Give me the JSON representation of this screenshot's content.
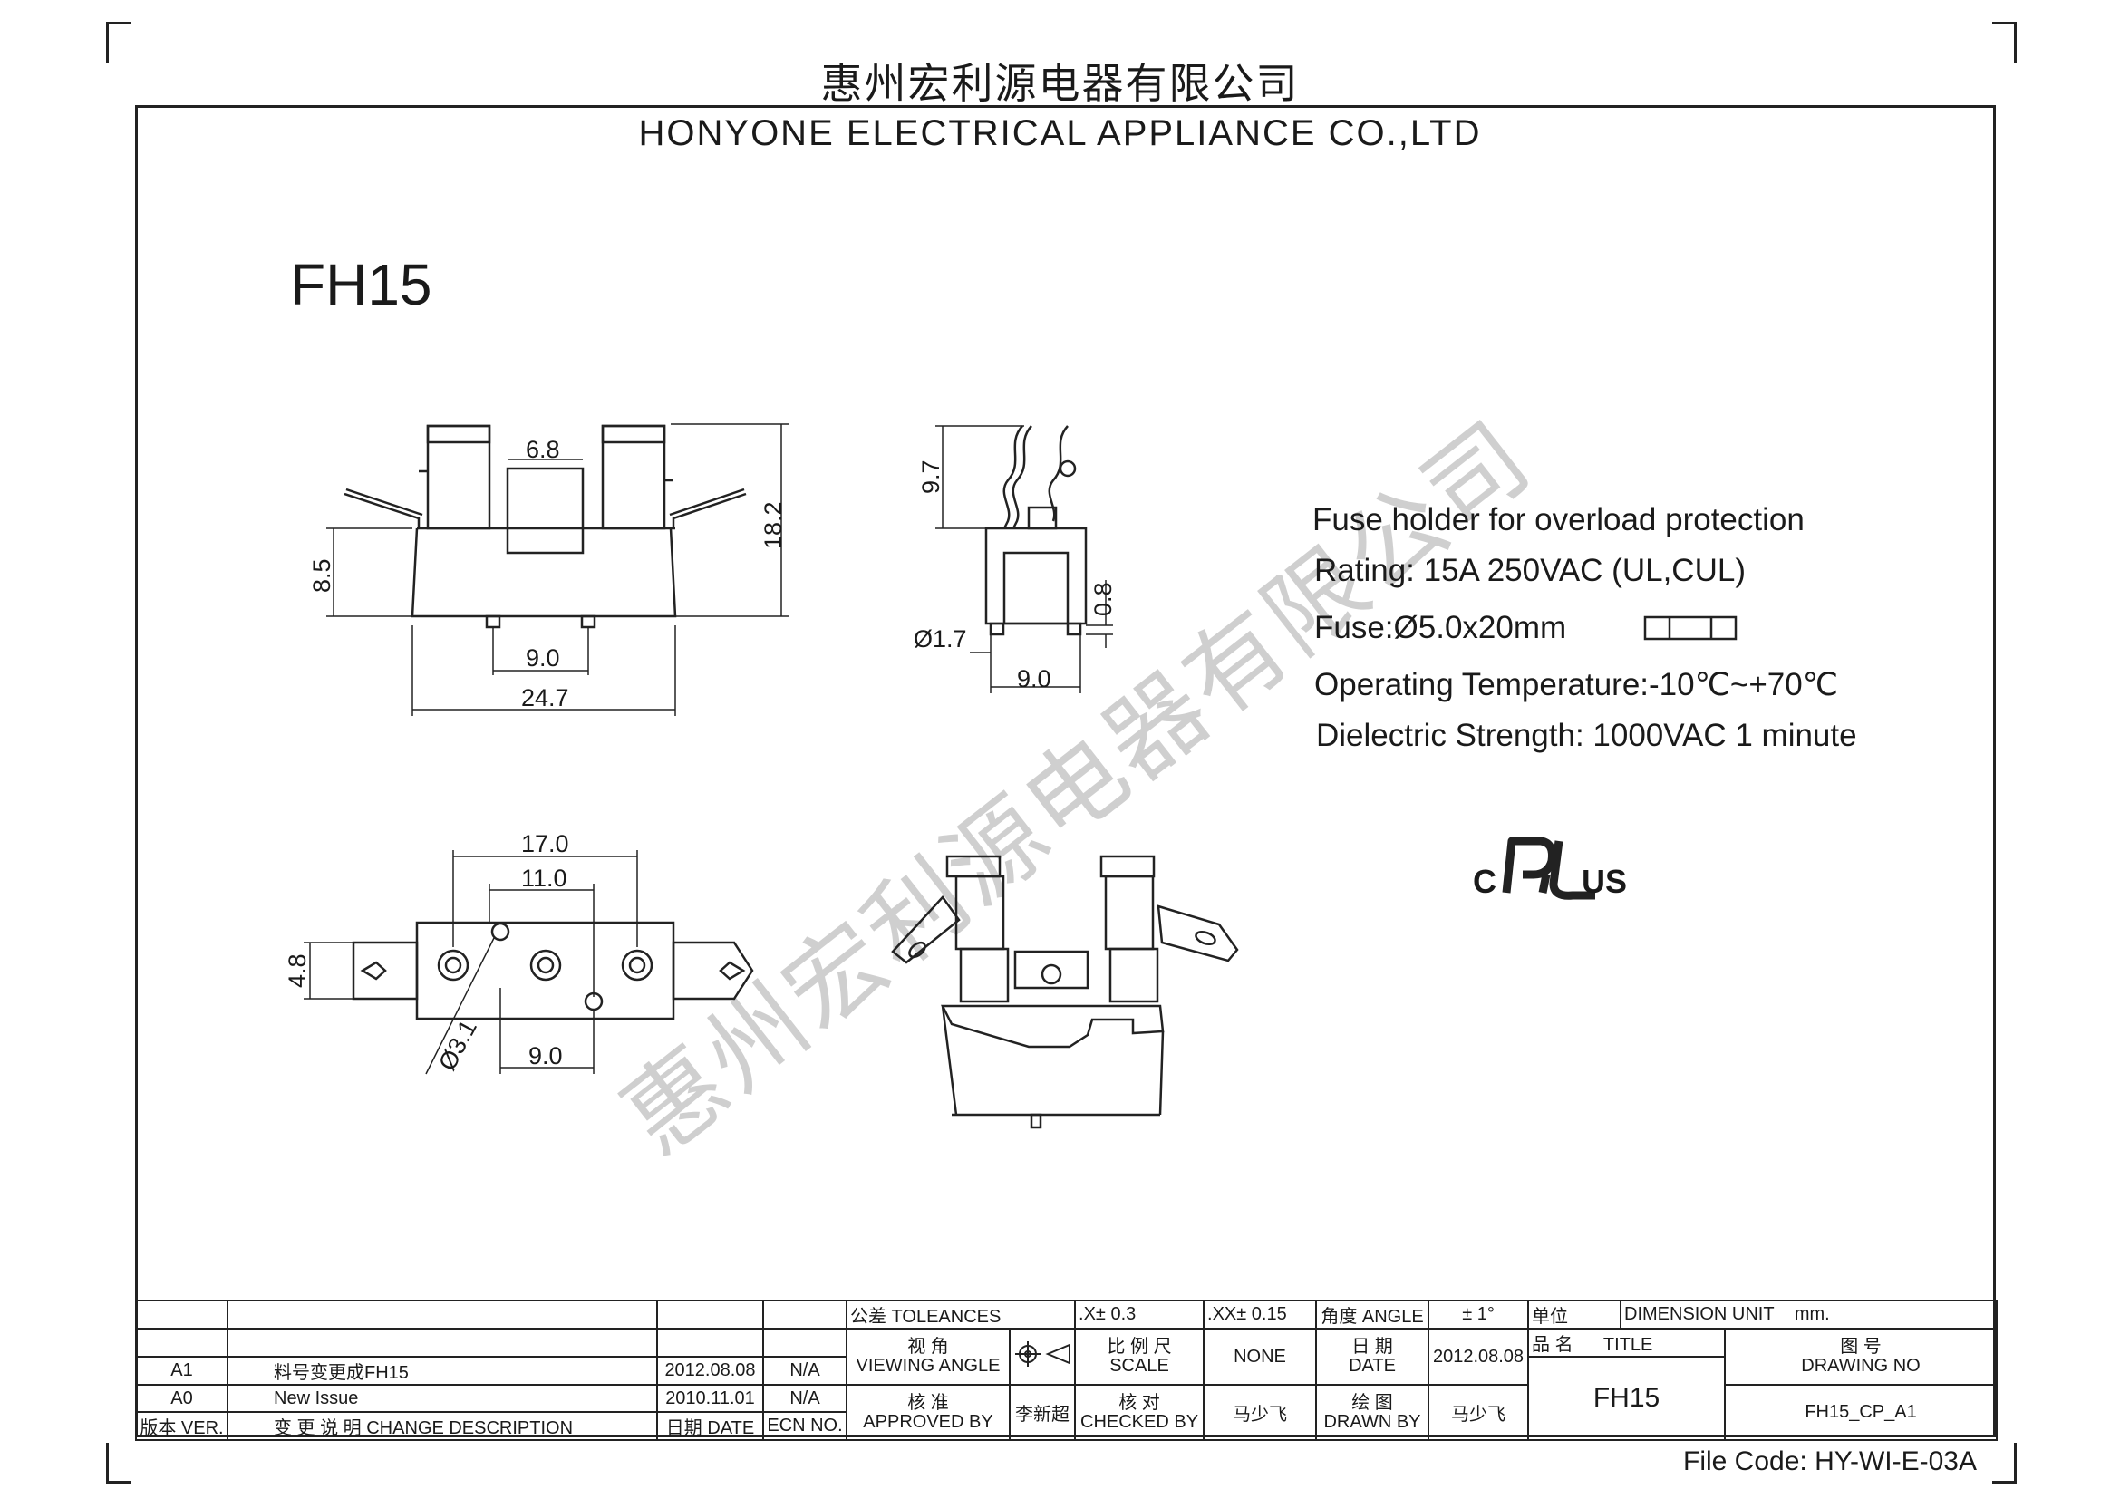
{
  "header": {
    "company_cn": "惠州宏利源电器有限公司",
    "company_en": "HONYONE  ELECTRICAL  APPLIANCE  CO.,LTD"
  },
  "part_number": "FH15",
  "dimensions": {
    "front_view": {
      "top_width": "6.8",
      "height": "18.2",
      "base_height": "8.5",
      "pin_pitch": "9.0",
      "overall_width": "24.7"
    },
    "side_view": {
      "clip_height": "9.7",
      "pin_diameter": "Ø1.7",
      "offset": "0.8",
      "pin_pitch": "9.0"
    },
    "bottom_view": {
      "outer_pitch": "17.0",
      "hole_pitch": "11.0",
      "width": "4.8",
      "hole_diameter": "Ø3.1",
      "pin_pitch": "9.0"
    }
  },
  "specs": {
    "line1": "Fuse holder for overload protection",
    "line2": "Rating: 15A 250VAC (UL,CUL)",
    "line3": "Fuse:Ø5.0x20mm",
    "line4": "Operating Temperature:-10℃~+70℃",
    "line5": "Dielectric Strength: 1000VAC 1 minute"
  },
  "certification": {
    "c": "C",
    "us": "US"
  },
  "watermark": "惠州宏利源电器有限公司",
  "title_block": {
    "tolerances": "公差 TOLEANCES",
    "tol_x": ".X± 0.3",
    "tol_xx": ".XX± 0.15",
    "angle_label": "角度 ANGLE",
    "angle_value": "± 1°",
    "unit_label": "单位",
    "dimension_unit": "DIMENSION UNIT",
    "unit_value": "mm.",
    "viewing_angle_cn": "视  角",
    "viewing_angle": "VIEWING ANGLE",
    "scale_cn": "比 例 尺",
    "scale": "SCALE",
    "scale_value": "NONE",
    "date_cn": "日  期",
    "date": "DATE",
    "date_value": "2012.08.08",
    "name_cn": "品  名",
    "title": "TITLE",
    "drawing_no_cn": "图  号",
    "drawing_no": "DRAWING NO",
    "approved_cn": "核  准",
    "approved_by": "APPROVED BY",
    "approver": "李新超",
    "checked_cn": "核  对",
    "checked_by": "CHECKED BY",
    "checker": "马少飞",
    "drawn_cn": "绘  图",
    "drawn_by": "DRAWN BY",
    "drawer": "马少飞",
    "title_value": "FH15",
    "drawing_no_value": "FH15_CP_A1",
    "ver_label": "版本 VER.",
    "change_label": "变 更 说 明   CHANGE DESCRIPTION",
    "date_label": "日期 DATE",
    "ecn_label": "ECN NO.",
    "revisions": [
      {
        "ver": "A1",
        "desc": "料号变更成FH15",
        "date": "2012.08.08",
        "ecn": "N/A"
      },
      {
        "ver": "A0",
        "desc": "New Issue",
        "date": "2010.11.01",
        "ecn": "N/A"
      }
    ]
  },
  "file_code": "File Code: HY-WI-E-03A"
}
